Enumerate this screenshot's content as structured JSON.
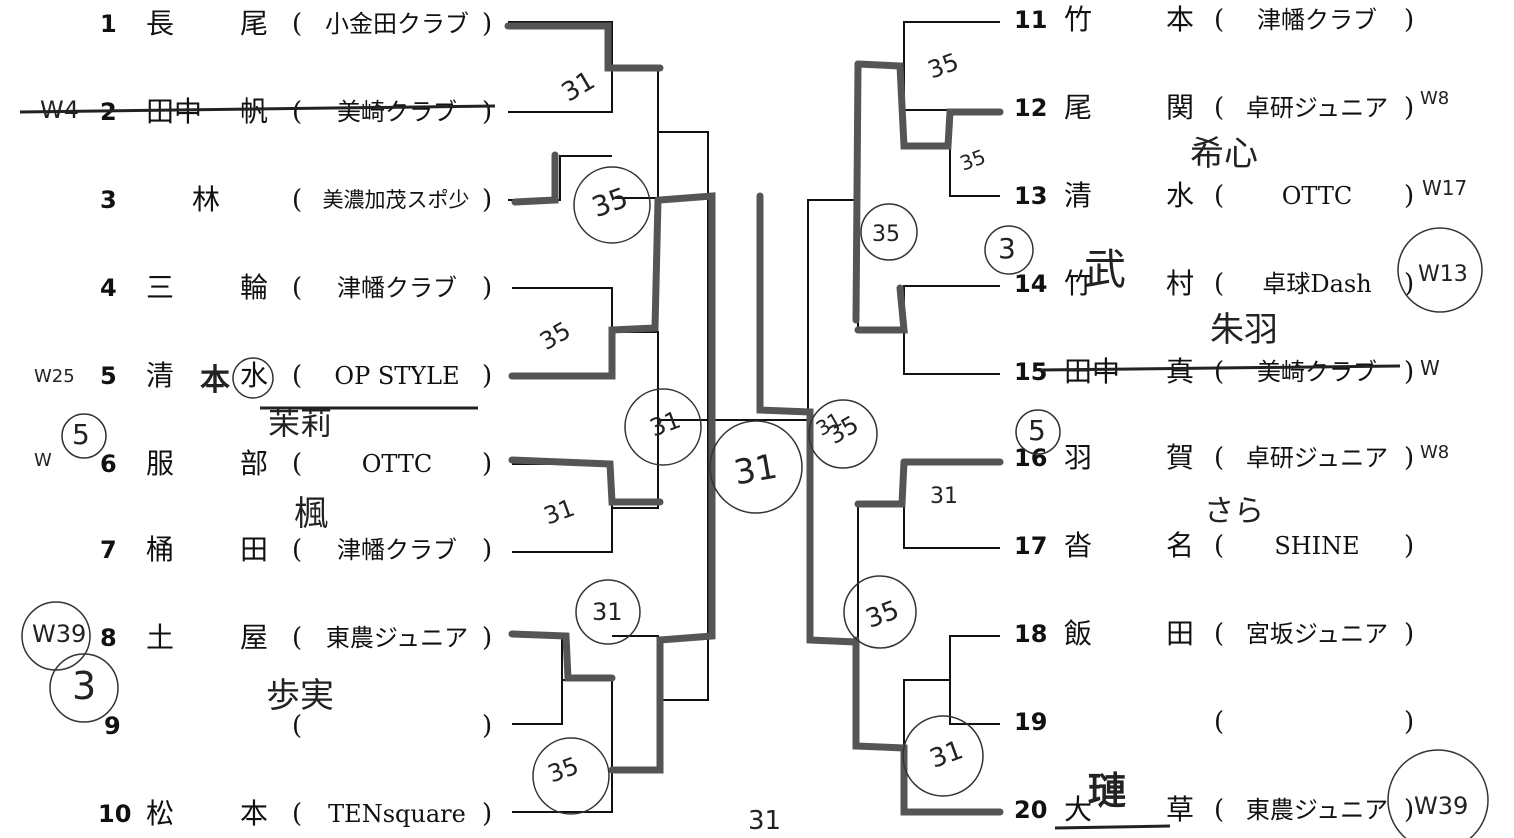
{
  "left_players": [
    {
      "num": "1",
      "n1": "長",
      "n2": "尾",
      "club": "小金田クラブ"
    },
    {
      "num": "2",
      "n1": "田中",
      "n2": "帆",
      "club": "美崎クラブ"
    },
    {
      "num": "3",
      "n1": "林",
      "n2": "",
      "club": "美濃加茂スポ少"
    },
    {
      "num": "4",
      "n1": "三",
      "n2": "輪",
      "club": "津幡クラブ"
    },
    {
      "num": "5",
      "n1": "清",
      "n2": "水",
      "club": "OP STYLE"
    },
    {
      "num": "6",
      "n1": "服",
      "n2": "部",
      "club": "OTTC"
    },
    {
      "num": "7",
      "n1": "桶",
      "n2": "田",
      "club": "津幡クラブ"
    },
    {
      "num": "8",
      "n1": "土",
      "n2": "屋",
      "club": "東農ジュニア"
    },
    {
      "num": "9",
      "n1": "",
      "n2": "",
      "club": ""
    },
    {
      "num": "10",
      "n1": "松",
      "n2": "本",
      "club": "TENsquare"
    }
  ],
  "right_players": [
    {
      "num": "11",
      "n1": "竹",
      "n2": "本",
      "club": "津幡クラブ"
    },
    {
      "num": "12",
      "n1": "尾",
      "n2": "関",
      "club": "卓研ジュニア"
    },
    {
      "num": "13",
      "n1": "清",
      "n2": "水",
      "club": "OTTC"
    },
    {
      "num": "14",
      "n1": "竹",
      "n2": "村",
      "club": "卓球Dash"
    },
    {
      "num": "15",
      "n1": "田中",
      "n2": "真",
      "club": "美崎クラブ"
    },
    {
      "num": "16",
      "n1": "羽",
      "n2": "賀",
      "club": "卓研ジュニア"
    },
    {
      "num": "17",
      "n1": "沓",
      "n2": "名",
      "club": "SHINE"
    },
    {
      "num": "18",
      "n1": "飯",
      "n2": "田",
      "club": "宮坂ジュニア"
    },
    {
      "num": "19",
      "n1": "",
      "n2": "",
      "club": ""
    },
    {
      "num": "20",
      "n1": "大",
      "n2": "草",
      "club": "東農ジュニア"
    }
  ],
  "annotations": {
    "given_name_5": "本",
    "given_name_5b": "茉莉",
    "given_name_6": "楓",
    "given_name_8": "歩実",
    "given_name_12": "希心",
    "given_name_14": "武",
    "given_name_15": "朱羽",
    "given_name_16": "さら",
    "given_name_20": "璉",
    "mark_2": "W4",
    "mark_5": "W25",
    "mark_6": "W",
    "mark_8": "W39",
    "mark_12": "W8",
    "mark_13": "W17",
    "mark_14": "W13",
    "mark_15": "W",
    "mark_16": "W8",
    "mark_20": "W39",
    "circle_6": "5",
    "circle_8": "3",
    "circle_14": "3",
    "circle_16": "5"
  },
  "scores": {
    "s1": "31",
    "s2": "35",
    "s3": "35",
    "s4": "31",
    "s5": "31",
    "s6": "35",
    "s7": "31",
    "s8": "31",
    "s9": "35",
    "s10": "35",
    "s11": "35",
    "s12": "35",
    "s13": "31",
    "s14": "35",
    "s15": "31",
    "s16": "31",
    "s17": "31"
  }
}
